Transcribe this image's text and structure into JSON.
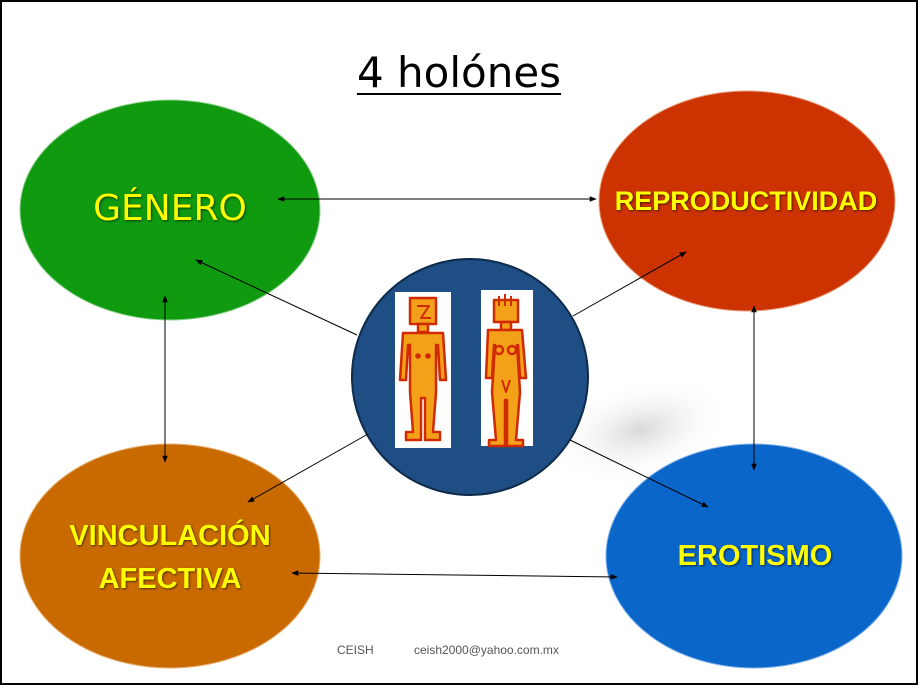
{
  "title": "4 holónes",
  "nodes": {
    "genero": {
      "label": "GÉNERO",
      "color": "#0f9a10"
    },
    "reproductividad": {
      "label": "REPRODUCTIVIDAD",
      "color": "#cc3300"
    },
    "vinculacion": {
      "line1": "VINCULACIÓN",
      "line2": "AFECTIVA",
      "color": "#c96a00"
    },
    "erotismo": {
      "label": "EROTISMO",
      "color": "#0b66c9"
    },
    "center": {
      "color": "#1f4e85",
      "icon": "human-figures-icon"
    }
  },
  "label_color": "#ffff00",
  "footer": {
    "org": "CEISH",
    "email": "ceish2000@yahoo.com.mx"
  }
}
